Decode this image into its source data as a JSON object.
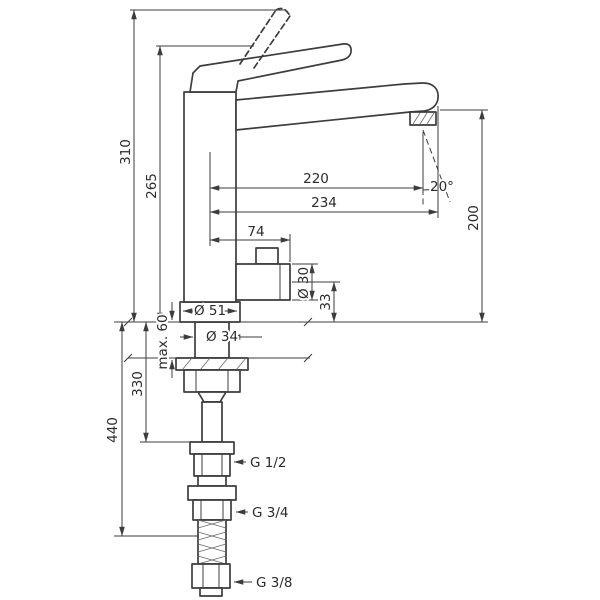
{
  "drawing": {
    "title": "faucet-dimension-drawing",
    "dims": {
      "total_height": "310",
      "handle_height": "265",
      "spout_reach": "220",
      "spout_reach_outer": "234",
      "outlet_offset": "74",
      "spout_clearance": "200",
      "spray_angle": "20°",
      "outlet_diameter": "Ø 30",
      "outlet_axis_height": "33",
      "base_diameter": "Ø 51",
      "shank_diameter": "Ø 34",
      "max_mounting_thickness": "max. 60",
      "hose_connect_1": "330",
      "hose_connect_2": "440",
      "thread_top": "G 1/2",
      "thread_mid": "G 3/4",
      "thread_bottom": "G 3/8"
    },
    "colors": {
      "line": "#3d3d3d",
      "background": "#ffffff"
    }
  }
}
